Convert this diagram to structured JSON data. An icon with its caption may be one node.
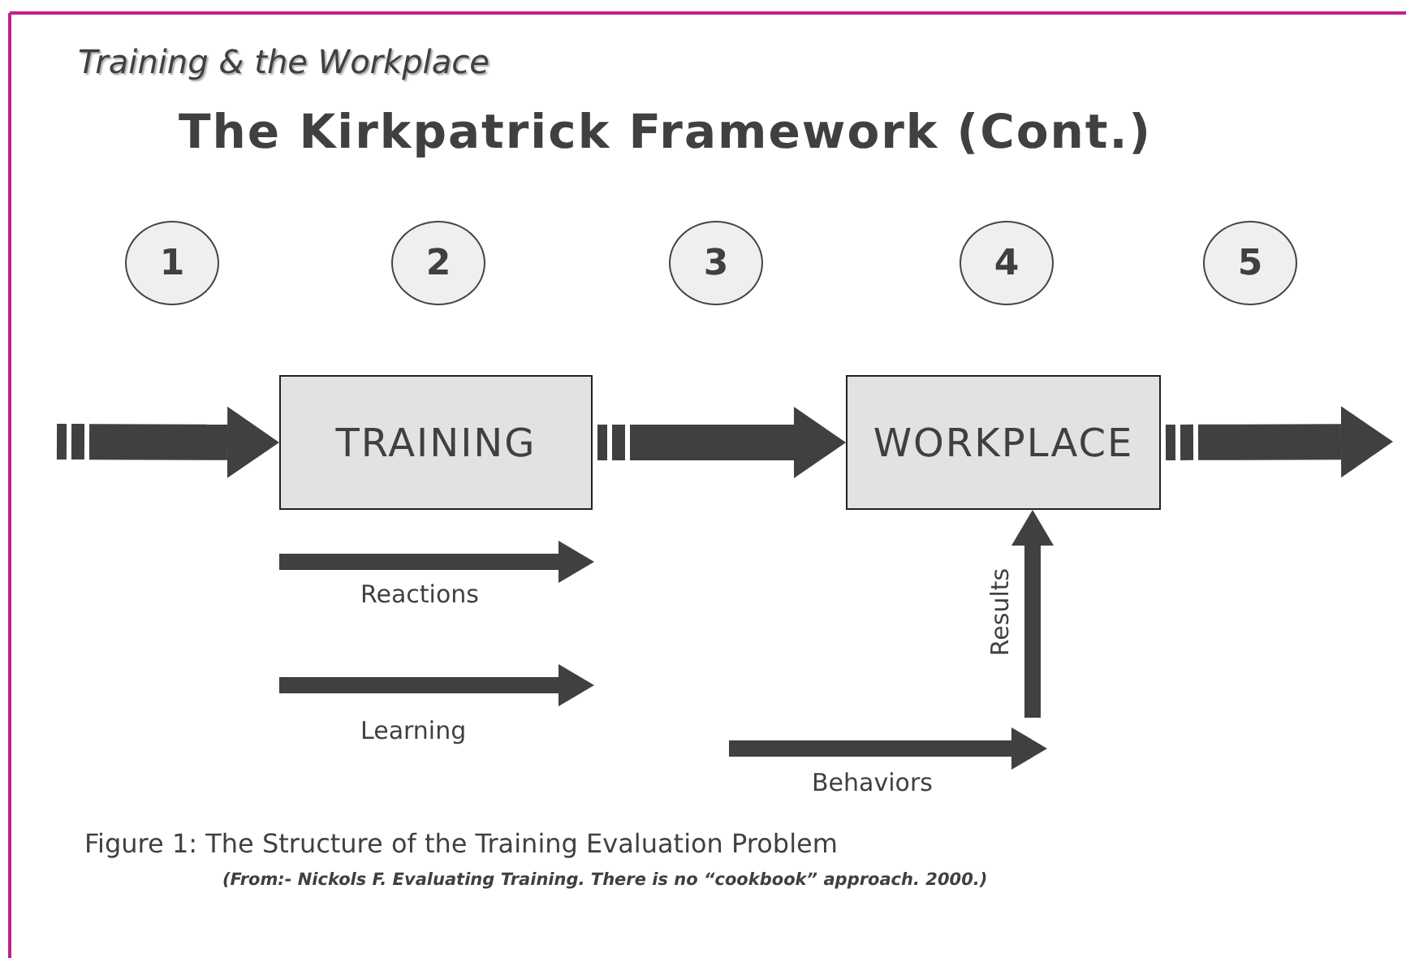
{
  "diagram": {
    "title": "The Kirkpatrick Framework (Cont.)",
    "caption": "Figure 1: The Structure of the Training Evaluation Problem",
    "nodes": [
      {
        "text": [
          "1"
        ]
      },
      {
        "text": [
          "2"
        ]
      },
      {
        "text": [
          "3"
        ]
      },
      {
        "text": [
          "4"
        ]
      },
      {
        "text": [
          "5"
        ]
      },
      {
        "text": [
          "TRAINING"
        ]
      },
      {
        "text": [
          "WORKPLACE"
        ]
      }
    ],
    "edges": [
      {
        "from": null,
        "to": 5,
        "arrow": "to"
      },
      {
        "from": 5,
        "to": 6,
        "arrow": "to"
      },
      {
        "from": 6,
        "to": null,
        "arrow": "to"
      },
      {
        "from": null,
        "to": 6,
        "arrow": "to",
        "label": "Results"
      }
    ],
    "labels": [
      "Training & the Workplace",
      "Reactions",
      "Learning",
      "Behaviors",
      "(From:- Nickols F. Evaluating Training. There is no “cookbook” approach. 2000.)"
    ]
  }
}
